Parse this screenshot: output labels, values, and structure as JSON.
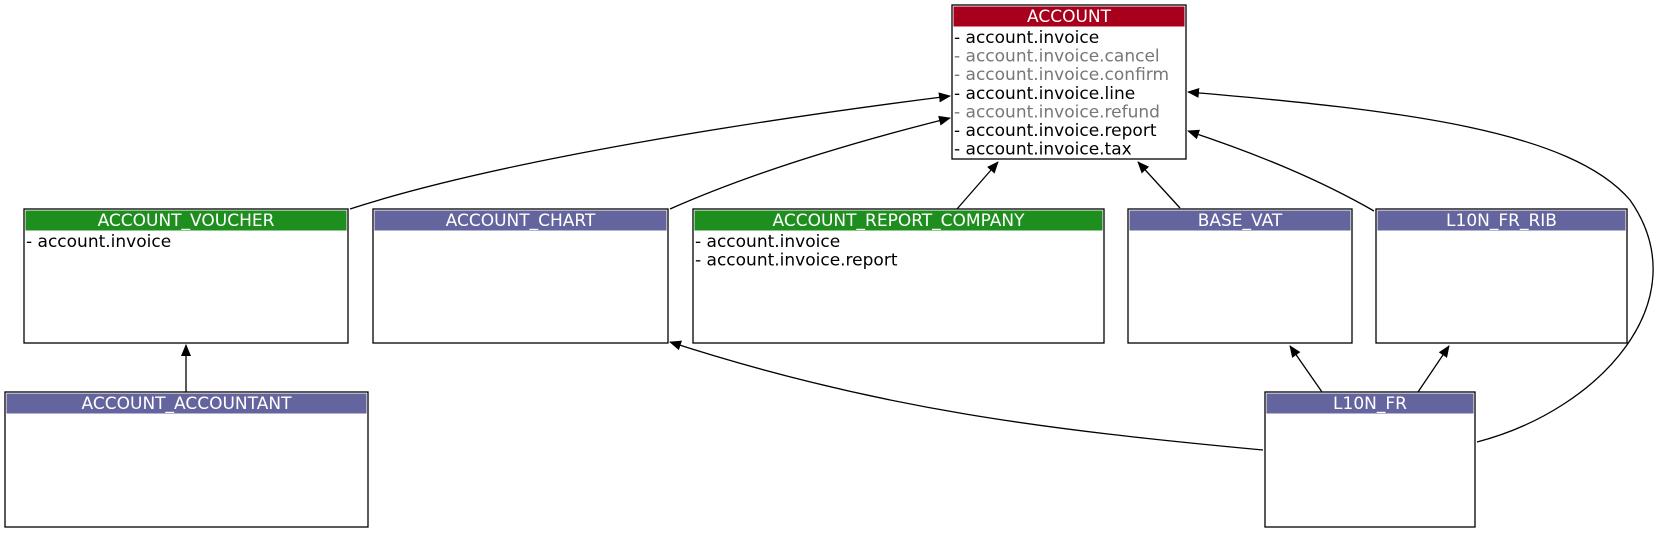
{
  "colors": {
    "core": "#a8001c",
    "installed": "#1e8f1e",
    "other": "#64649e",
    "text_normal": "#000000",
    "text_muted": "#777777"
  },
  "nodes": [
    {
      "id": "account",
      "title": "ACCOUNT",
      "kind": "core",
      "items": [
        {
          "text": "- account.invoice",
          "muted": false
        },
        {
          "text": "- account.invoice.cancel",
          "muted": true
        },
        {
          "text": "- account.invoice.confirm",
          "muted": true
        },
        {
          "text": "- account.invoice.line",
          "muted": false
        },
        {
          "text": "- account.invoice.refund",
          "muted": true
        },
        {
          "text": "- account.invoice.report",
          "muted": false
        },
        {
          "text": "- account.invoice.tax",
          "muted": false
        }
      ]
    },
    {
      "id": "account_voucher",
      "title": "ACCOUNT_VOUCHER",
      "kind": "installed",
      "items": [
        {
          "text": "- account.invoice",
          "muted": false
        }
      ]
    },
    {
      "id": "account_chart",
      "title": "ACCOUNT_CHART",
      "kind": "other",
      "items": []
    },
    {
      "id": "account_report_company",
      "title": "ACCOUNT_REPORT_COMPANY",
      "kind": "installed",
      "items": [
        {
          "text": "- account.invoice",
          "muted": false
        },
        {
          "text": "- account.invoice.report",
          "muted": false
        }
      ]
    },
    {
      "id": "base_vat",
      "title": "BASE_VAT",
      "kind": "other",
      "items": []
    },
    {
      "id": "l10n_fr_rib",
      "title": "L10N_FR_RIB",
      "kind": "other",
      "items": []
    },
    {
      "id": "account_accountant",
      "title": "ACCOUNT_ACCOUNTANT",
      "kind": "other",
      "items": []
    },
    {
      "id": "l10n_fr",
      "title": "L10N_FR",
      "kind": "other",
      "items": []
    }
  ],
  "edges": [
    {
      "from": "account_voucher",
      "to": "account"
    },
    {
      "from": "account_chart",
      "to": "account"
    },
    {
      "from": "account_report_company",
      "to": "account"
    },
    {
      "from": "base_vat",
      "to": "account"
    },
    {
      "from": "l10n_fr_rib",
      "to": "account"
    },
    {
      "from": "l10n_fr",
      "to": "account"
    },
    {
      "from": "account_accountant",
      "to": "account_voucher"
    },
    {
      "from": "l10n_fr",
      "to": "account_chart"
    },
    {
      "from": "l10n_fr",
      "to": "base_vat"
    },
    {
      "from": "l10n_fr",
      "to": "l10n_fr_rib"
    }
  ]
}
